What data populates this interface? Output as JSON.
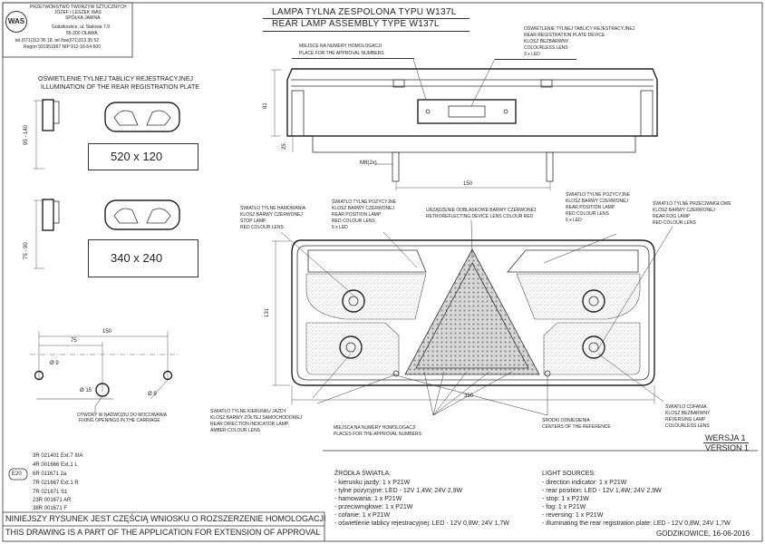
{
  "company": {
    "logo_text": "WAS",
    "lines": [
      "PRZETWÓRSTWO TWORZYW SZTUCZNYCH",
      "JÓZEF I LESZEK WAS",
      "SPÓŁKA JAWNA",
      "Godzikowice, ul. Stalowa 7,9",
      "55-200 OŁAWA",
      "tel.(071)313 95 18, tel./fax(071)313 35 52",
      "Regon 931951967 NIP 912-16-54-500"
    ]
  },
  "title": {
    "pl": "LAMPA TYLNA ZESPOLONA TYPU W137L",
    "en": "REAR LAMP ASSEMBLY TYPE W137L"
  },
  "plate": {
    "title_pl": "OŚWIETLENIE TYLNEJ TABLICY REJESTRACYJNEJ",
    "title_en": "ILLUMINATION OF THE REAR REGISTRATION PLATE",
    "size1": "520 x 120",
    "size2": "340 x 240",
    "dim1": "95 - 140",
    "dim2": "75 - 90"
  },
  "callouts": {
    "homolog_top": [
      "MIEJSCE NA NUMERY HOMOLOGACJI",
      "PLACE FOR THE APPROVAL NUMBERS"
    ],
    "plate_device": [
      "OŚWIETLENIE TYLNEJ TABLICY REJESTRACYJNEJ",
      "REAR REGISTRATION PLATE DEVICE",
      "KLOSZ BEZBARWNY",
      "COLOURLESS LENS",
      "3 x LED"
    ],
    "stop": [
      "ŚWIATŁO TYLNE HAMOWANIA",
      "KLOSZ BARWY CZERWONEJ",
      "STOP LAMP",
      "RED COLOUR LENS"
    ],
    "position_left": [
      "ŚWIATŁO TYLNE POZYCYJNE",
      "KLOSZ BARWY CZERWONEJ",
      "REAR POSITION LAMP",
      "RED COLOUR LENS",
      "6 x LED"
    ],
    "reflector": [
      "URZĄDZENIE ODBLASKOWE BARWY CZERWONEJ",
      "RETROREFLECTING DEVICE LENS COLOUR RED"
    ],
    "position_right": [
      "ŚWIATŁO TYLNE POZYCYJNE",
      "KLOSZ BARWY CZERWONEJ",
      "REAR POSITION LAMP",
      "RED COLOUR LENS",
      "6 x LED"
    ],
    "fog": [
      "ŚWIATŁO TYLNE PRZECIWMGŁOWE",
      "KLOSZ BARWY CZERWONEJ",
      "REAR FOG LAMP",
      "RED COLOUR LENS"
    ],
    "indicator": [
      "ŚWIATŁO TYLNE KIERUNKU JAZDY",
      "KLOSZ BARWY ŻÓŁTEJ SAMOCHODOWEJ",
      "REAR DIRECTION INDICATOR LAMP",
      "AMBER COLOUR LENS"
    ],
    "homolog_bottom": [
      "MIEJSCA NA NUMERY HOMOLOGACJI",
      "PLACES FOR THE APPROVAL NUMBERS"
    ],
    "reference": [
      "ŚRODKI ODNIESIENIA",
      "CENTERS OF THE REFERENCE"
    ],
    "reversing": [
      "ŚWIATŁO COFANIA",
      "KLOSZ BEZBARWNY",
      "REVERSING LAMP",
      "COLOURLESS LENS"
    ],
    "holes": [
      "OTWORY W NADWOZIU DO MOCOWANIA",
      "FIXING OPENINGS IN THE CARRIAGE"
    ]
  },
  "dims": {
    "height_top": "81",
    "height_side": "25",
    "bolt": "M8(2x)",
    "bolt_spacing": "150",
    "height_front": "131",
    "width_front": "350",
    "mount_150": "150",
    "mount_75": "75",
    "hole_9a": "Ø 9",
    "hole_15": "Ø 15",
    "hole_9b": "Ø 9"
  },
  "approvals": {
    "mark": "E20",
    "codes": [
      "3R 021401 Ext.7 IIIA",
      "4R 001666 Ext.1 L",
      "6R 011671 2a",
      "7R 021667 Ext.1 R",
      "7R 021671 S1",
      "23R 001671 AR",
      "38R 001671 F"
    ]
  },
  "sources_pl": {
    "title": "ŹRÓDŁA ŚWIATŁA:",
    "lines": [
      "- kierunku jazdy: 1 x P21W",
      "- tylne pozycyjne: LED - 12V 1,4W;   24V 2,9W",
      "- hamowania: 1 x P21W",
      "- przeciwmgłowe: 1 x P21W",
      "- cofanie: 1 x P21W",
      "- oświetlenie tablicy rejestracyjnej: LED - 12V 0,8W;  24V 1,7W"
    ]
  },
  "sources_en": {
    "title": "LIGHT SOURCES:",
    "lines": [
      "- direction indicator: 1 x P21W",
      "- rear position: LED - 12V 1,4W;   24V 2,9W",
      "- stop: 1 x P21W",
      "- fog: 1 x P21W",
      "- reversing: 1 x P21W",
      "- illuminating the rear registration plate: LED - 12V 0,8W,  24V 1,7W"
    ]
  },
  "version": {
    "pl": "WERSJA 1",
    "en": "VERSION 1"
  },
  "footer": {
    "pl": "NINIEJSZY RYSUNEK JEST CZĘŚCIĄ  WNIOSKU O  ROZSZERZENIE HOMOLOGACJI",
    "en": "THIS DRAWING IS A PART OF THE APPLICATION FOR EXTENSION OF  APPROVAL",
    "place_date": "GODZIKOWICE,  16-06-2016"
  }
}
